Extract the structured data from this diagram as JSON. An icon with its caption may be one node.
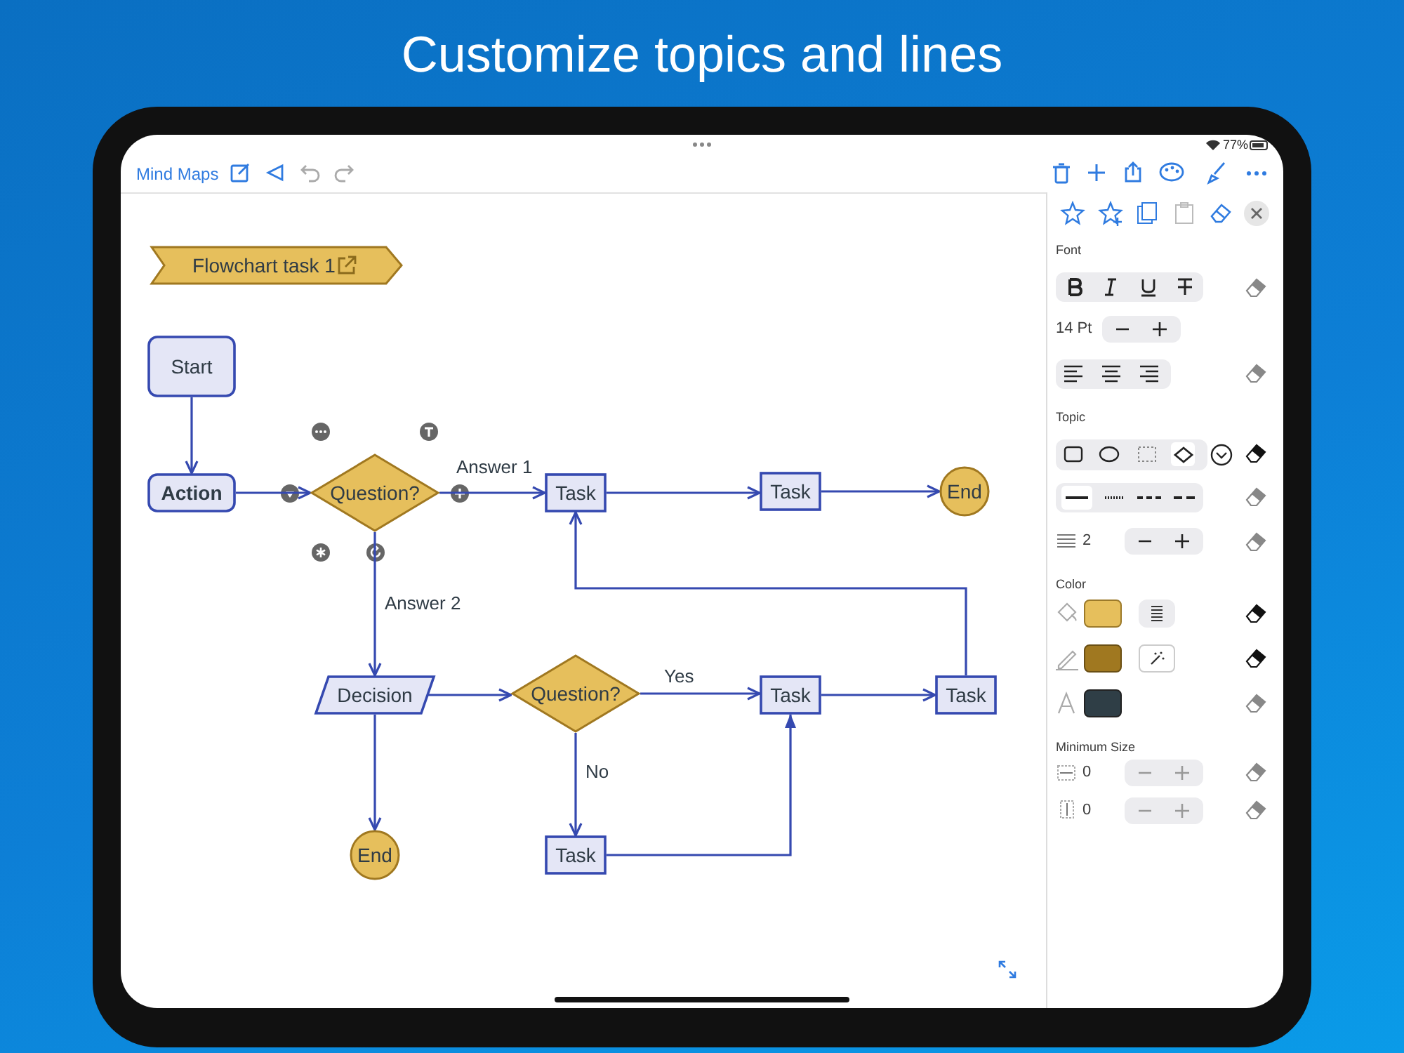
{
  "diagram": {
    "title": "Customize topics and lines",
    "nodes": [
      {
        "text": [
          "Flowchart task 1"
        ]
      },
      {
        "text": [
          "Start"
        ]
      },
      {
        "text": [
          "Action"
        ]
      },
      {
        "text": [
          "Question?"
        ]
      },
      {
        "text": [
          "Task"
        ]
      },
      {
        "text": [
          "Task"
        ]
      },
      {
        "text": [
          "End"
        ]
      },
      {
        "text": [
          "Decision"
        ]
      },
      {
        "text": [
          "Question?"
        ]
      },
      {
        "text": [
          "Task"
        ]
      },
      {
        "text": [
          "Task"
        ]
      },
      {
        "text": [
          "End"
        ]
      },
      {
        "text": [
          "Task"
        ]
      }
    ],
    "edges": [
      {
        "from": 1,
        "to": 2,
        "arrow": "to"
      },
      {
        "from": 2,
        "to": 3,
        "arrow": "to"
      },
      {
        "from": 3,
        "to": 4,
        "arrow": "to",
        "label": "Answer 1"
      },
      {
        "from": 4,
        "to": 5,
        "arrow": "to"
      },
      {
        "from": 5,
        "to": 6,
        "arrow": "to"
      },
      {
        "from": 3,
        "to": 7,
        "arrow": "to",
        "label": "Answer 2"
      },
      {
        "from": 7,
        "to": 8,
        "arrow": "to"
      },
      {
        "from": 8,
        "to": 9,
        "arrow": "to",
        "label": "Yes"
      },
      {
        "from": 9,
        "to": 10,
        "arrow": "to"
      },
      {
        "from": 10,
        "to": 4,
        "arrow": "to"
      },
      {
        "from": 7,
        "to": 11,
        "arrow": "to"
      },
      {
        "from": 8,
        "to": 12,
        "arrow": "to",
        "label": "No"
      },
      {
        "from": 12,
        "to": 9,
        "arrow": "to"
      }
    ],
    "labels": [
      "Mind Maps",
      "77%",
      "Font",
      "14 Pt",
      "Topic",
      "2",
      "Color",
      "Minimum Size",
      "0",
      "0"
    ]
  }
}
